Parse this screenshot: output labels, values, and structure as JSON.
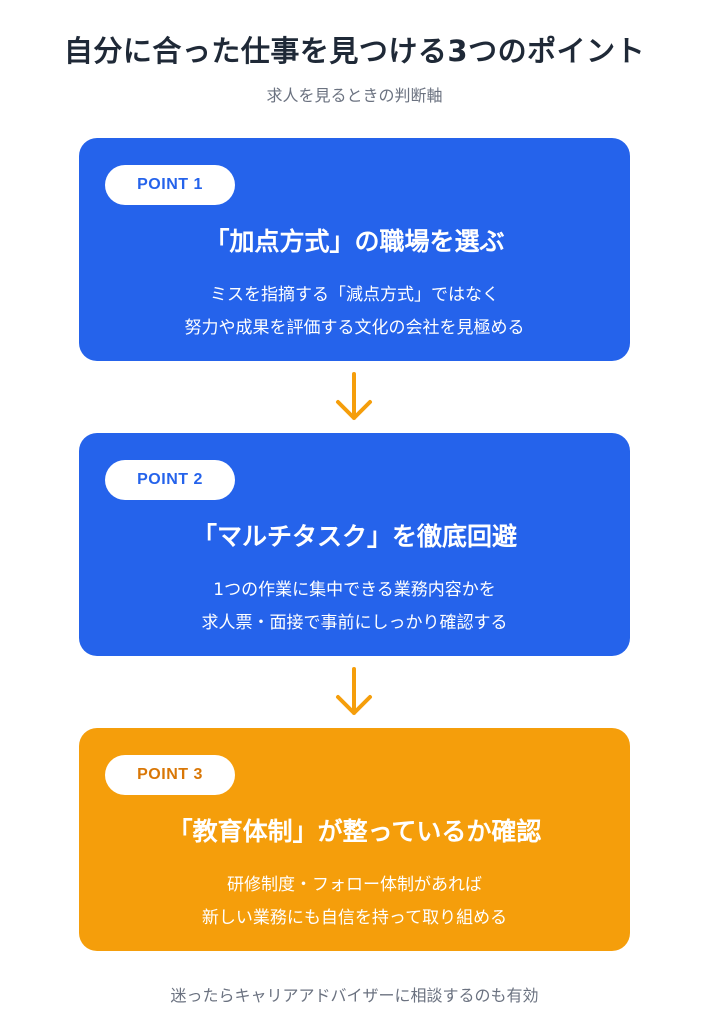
{
  "title": "自分に合った仕事を見つける3つのポイント",
  "subtitle": "求人を見るときの判断軸",
  "points": [
    {
      "badge": "POINT 1",
      "heading": "「加点方式」の職場を選ぶ",
      "line1": "ミスを指摘する「減点方式」ではなく",
      "line2": "努力や成果を評価する文化の会社を見極める",
      "color": "#2563eb"
    },
    {
      "badge": "POINT 2",
      "heading": "「マルチタスク」を徹底回避",
      "line1": "1つの作業に集中できる業務内容かを",
      "line2": "求人票・面接で事前にしっかり確認する",
      "color": "#2563eb"
    },
    {
      "badge": "POINT 3",
      "heading": "「教育体制」が整っているか確認",
      "line1": "研修制度・フォロー体制があれば",
      "line2": "新しい業務にも自信を持って取り組める",
      "color": "#f59e0b"
    }
  ],
  "arrow_color": "#f59e0b",
  "footer": "迷ったらキャリアアドバイザーに相談するのも有効"
}
